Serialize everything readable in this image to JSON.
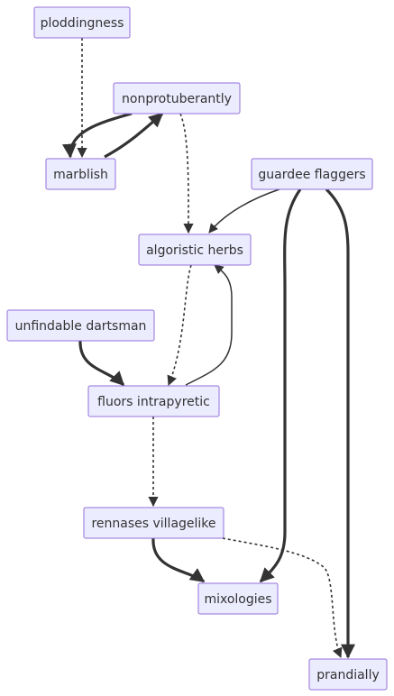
{
  "nodes": {
    "ploddingness": "ploddingness",
    "nonprotuberantly": "nonprotuberantly",
    "marblish": "marblish",
    "guardee_flaggers": "guardee flaggers",
    "algoristic_herbs": "algoristic herbs",
    "unfindable_dartsman": "unfindable dartsman",
    "fluors_intrapyretic": "fluors intrapyretic",
    "rennases_villagelike": "rennases villagelike",
    "mixologies": "mixologies",
    "prandially": "prandially"
  },
  "edges": [
    {
      "from": "ploddingness",
      "to": "marblish",
      "style": "dotted"
    },
    {
      "from": "nonprotuberantly",
      "to": "marblish",
      "style": "thick"
    },
    {
      "from": "marblish",
      "to": "nonprotuberantly",
      "style": "thick"
    },
    {
      "from": "nonprotuberantly",
      "to": "algoristic_herbs",
      "style": "dotted"
    },
    {
      "from": "guardee_flaggers",
      "to": "algoristic_herbs",
      "style": "normal"
    },
    {
      "from": "guardee_flaggers",
      "to": "mixologies",
      "style": "thick"
    },
    {
      "from": "guardee_flaggers",
      "to": "prandially",
      "style": "thick"
    },
    {
      "from": "algoristic_herbs",
      "to": "fluors_intrapyretic",
      "style": "dotted"
    },
    {
      "from": "fluors_intrapyretic",
      "to": "algoristic_herbs",
      "style": "normal"
    },
    {
      "from": "unfindable_dartsman",
      "to": "fluors_intrapyretic",
      "style": "thick"
    },
    {
      "from": "fluors_intrapyretic",
      "to": "rennases_villagelike",
      "style": "dotted"
    },
    {
      "from": "rennases_villagelike",
      "to": "mixologies",
      "style": "thick"
    },
    {
      "from": "rennases_villagelike",
      "to": "prandially",
      "style": "dotted"
    }
  ],
  "colors": {
    "node_fill": "#ECECFF",
    "node_stroke": "#9370DB",
    "edge": "#333333",
    "text": "#333333"
  }
}
